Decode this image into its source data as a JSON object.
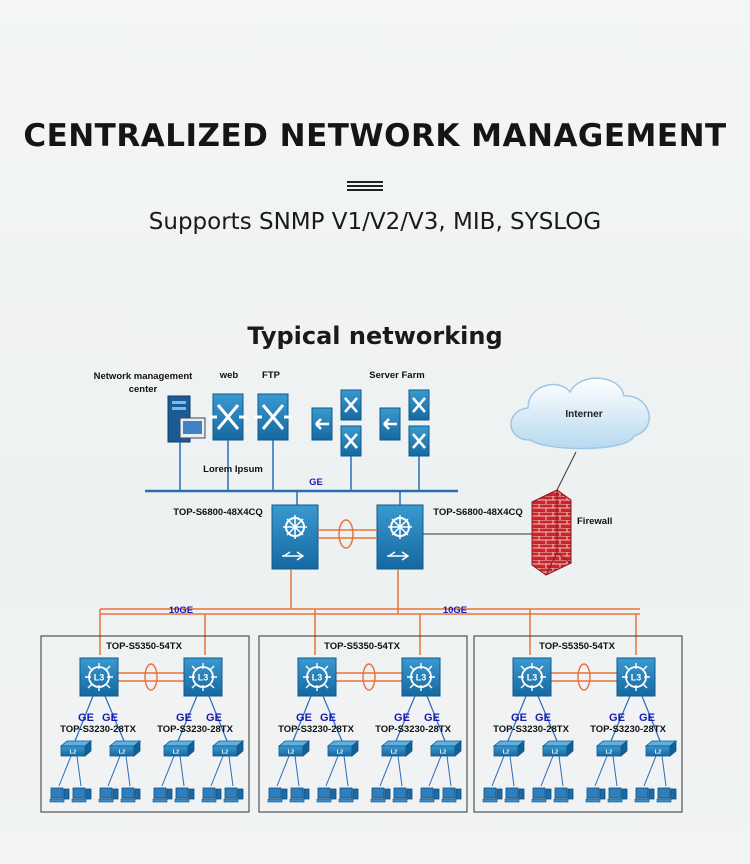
{
  "header": {
    "title": "CENTRALIZED NETWORK MANAGEMENT",
    "subtitle": "Supports SNMP V1/V2/V3, MIB, SYSLOG"
  },
  "diagram": {
    "title": "Typical networking",
    "labels": {
      "nmc_line1": "Network management",
      "nmc_line2": "center",
      "web": "web",
      "ftp": "FTP",
      "server_farm": "Server Farm",
      "internet": "Interner",
      "lorem": "Lorem Ipsum",
      "ge_bus": "GE",
      "core_left": "TOP-S6800-48X4CQ",
      "core_right": "TOP-S6800-48X4CQ",
      "firewall": "Firewall",
      "tengig_left": "10GE",
      "tengig_right": "10GE"
    },
    "groups": [
      {
        "agg_label": "TOP-S5350-54TX",
        "ge": [
          "GE",
          "GE",
          "GE",
          "GE"
        ],
        "access_left": "TOP-S3230-28TX",
        "access_right": "TOP-S3230-28TX",
        "l3": "L3",
        "l2": "L2"
      },
      {
        "agg_label": "TOP-S5350-54TX",
        "ge": [
          "GE",
          "GE",
          "GE",
          "GE"
        ],
        "access_left": "TOP-S3230-28TX",
        "access_right": "TOP-S3230-28TX",
        "l3": "L3",
        "l2": "L2"
      },
      {
        "agg_label": "TOP-S5350-54TX",
        "ge": [
          "GE",
          "GE",
          "GE",
          "GE"
        ],
        "access_left": "TOP-S3230-28TX",
        "access_right": "TOP-S3230-28TX",
        "l3": "L3",
        "l2": "L2"
      }
    ],
    "colors": {
      "device_blue": "#1f7fb8",
      "device_dark": "#0d5a8c",
      "link_orange": "#e8723a",
      "bus_blue": "#2a6db5",
      "firewall_red": "#c8262c"
    }
  }
}
